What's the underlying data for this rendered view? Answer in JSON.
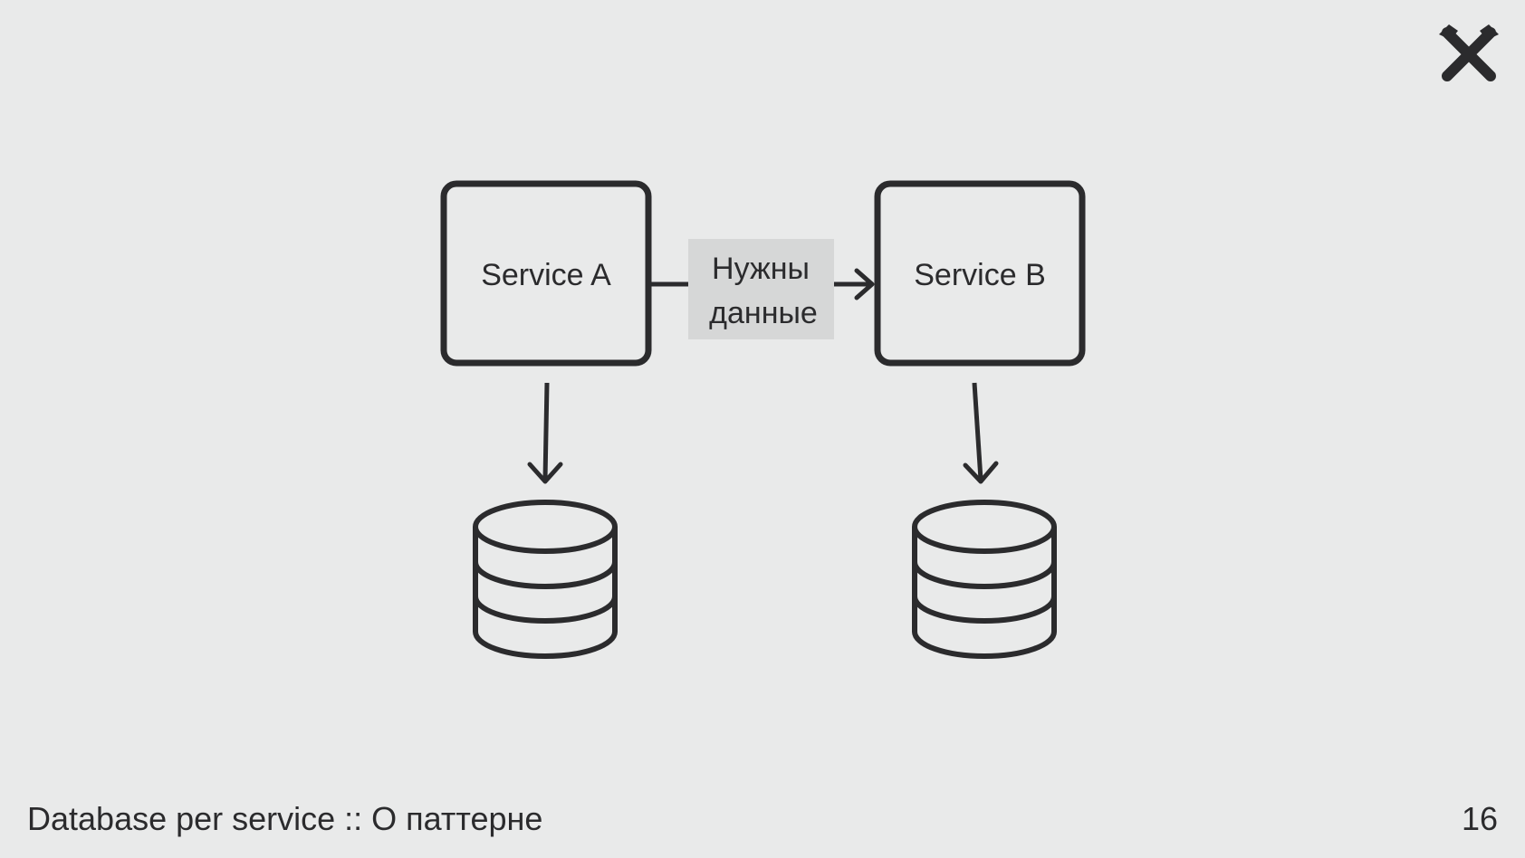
{
  "diagram": {
    "nodes": {
      "service_a": "Service A",
      "service_b": "Service B"
    },
    "edge_label": {
      "line1": "Нужны",
      "line2": "данные"
    }
  },
  "footer": {
    "title": "Database per service :: О паттерне",
    "page_number": "16"
  },
  "icons": {
    "logo": "raiffeisen-crossed-gables-logo",
    "database": "database-cylinder-icon"
  },
  "colors": {
    "background": "#e9eaea",
    "stroke": "#2b2b2d",
    "label_box": "#d6d7d7"
  }
}
